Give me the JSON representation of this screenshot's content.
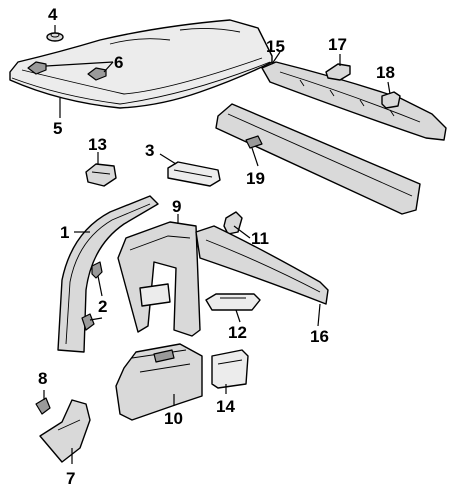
{
  "callouts": {
    "c1": "1",
    "c2": "2",
    "c3": "3",
    "c4": "4",
    "c5": "5",
    "c6": "6",
    "c7": "7",
    "c8": "8",
    "c9": "9",
    "c10": "10",
    "c11": "11",
    "c12": "12",
    "c13": "13",
    "c14": "14",
    "c15": "15",
    "c16": "16",
    "c17": "17",
    "c18": "18",
    "c19": "19"
  },
  "colors": {
    "line": "#000000",
    "fill": "#d9d9d9",
    "background": "#ffffff"
  }
}
